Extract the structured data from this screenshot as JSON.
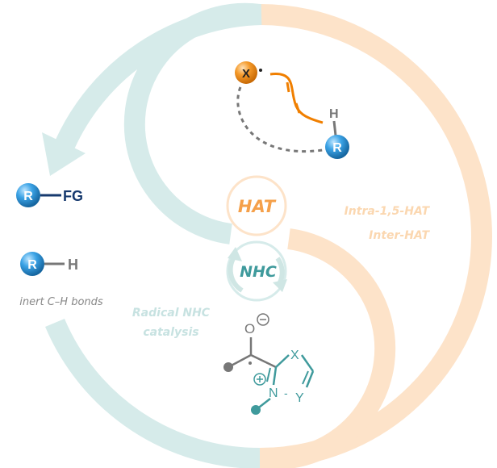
{
  "labels": {
    "hat": "HAT",
    "nhc": "NHC",
    "intra_hat": "Intra-1,5-HAT",
    "inter_hat": "Inter-HAT",
    "radical_nhc_line1": "Radical NHC",
    "radical_nhc_line2": "catalysis",
    "inert_bonds": "inert C–H bonds",
    "fg": "FG",
    "h_left": "H",
    "h_top": "H",
    "r_symbol": "R",
    "x_symbol": "X",
    "oxygen": "O",
    "ring_x": "X",
    "ring_y": "Y",
    "ring_n": "N"
  },
  "colors": {
    "teal_light": "#d6ebea",
    "orange_light": "#fde3c9",
    "hat_orange": "#f5a04a",
    "nhc_teal": "#3f9a9c",
    "sphere_blue": "#2b8fd0",
    "navy": "#16396e",
    "gray": "#777777",
    "orange_dark": "#f07f00"
  }
}
